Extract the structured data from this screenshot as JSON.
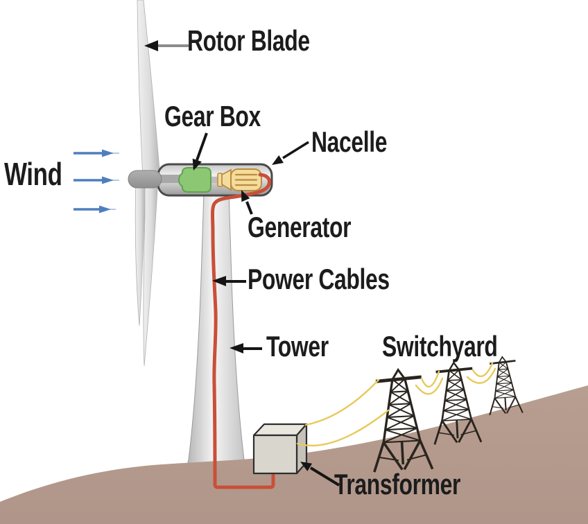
{
  "labels": {
    "rotor_blade": "Rotor Blade",
    "gear_box": "Gear Box",
    "nacelle": "Nacelle",
    "wind": "Wind",
    "generator": "Generator",
    "power_cables": "Power Cables",
    "tower": "Tower",
    "switchyard": "Switchyard",
    "transformer": "Transformer"
  },
  "colors": {
    "background": "#ffffff",
    "label_text": "#1c1c1c",
    "arrow_black": "#151515",
    "arrow_shaft_gray": "#8c8c8c",
    "wind_arrow_blue": "#4d7fbe",
    "wind_arrow_blue_light": "#9db9dd",
    "blade_light": "#f0f0f0",
    "blade_dark": "#b4b4b4",
    "hub_gray": "#9c9c9c",
    "nacelle_border": "#4a4a4a",
    "gear_box_green": "#8cc873",
    "gear_box_green_dark": "#63a14e",
    "generator_yellow": "#f3dc9c",
    "generator_yellow_dark": "#bb8c3c",
    "cable_red": "#c94f38",
    "tower_light": "#f4f4f4",
    "tower_dark": "#b5b5b5",
    "transformer_front": "#d9d6ce",
    "transformer_top": "#eae7df",
    "transformer_side": "#c6c2ba",
    "transformer_outline": "#2e2e2e",
    "wire_yellow": "#e8c95a",
    "pylon_dark": "#2a241e",
    "ground_brown": "#b79e90",
    "ground_brown_deep": "#b0968a"
  }
}
